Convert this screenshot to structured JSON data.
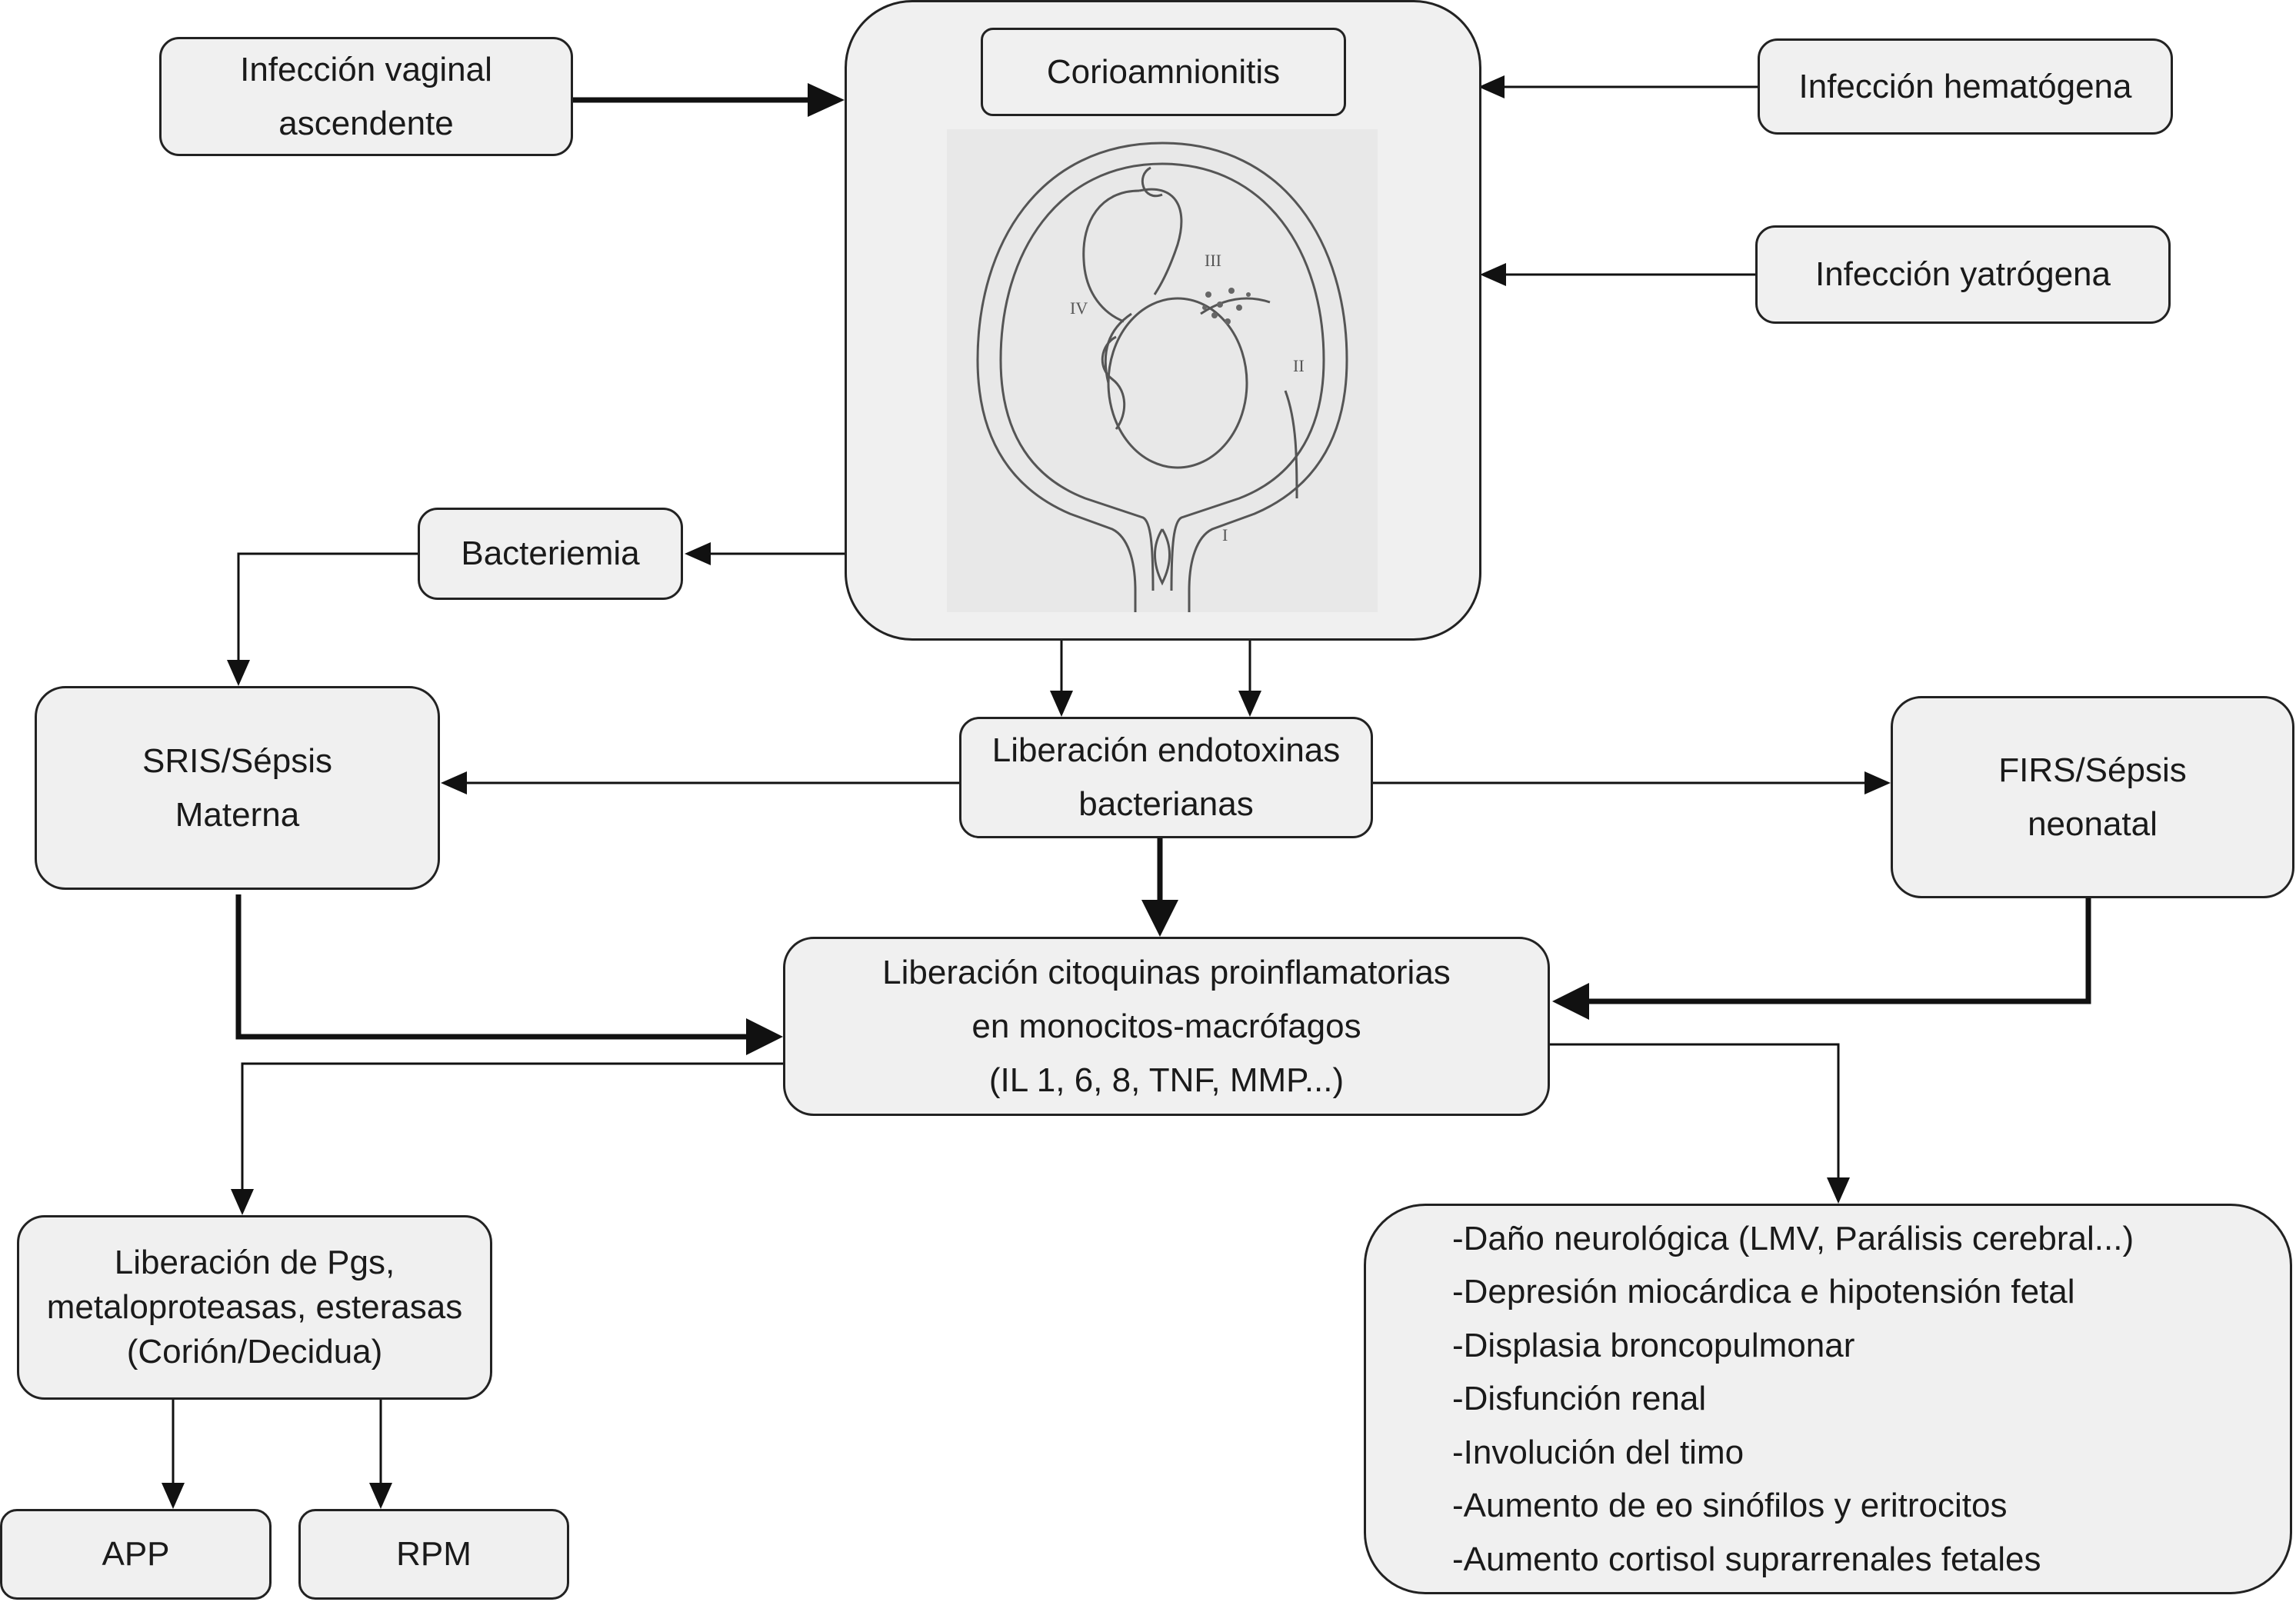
{
  "nodes": {
    "infeccion_vaginal": [
      "Infección vaginal",
      "ascendente"
    ],
    "corioamnionitis": "Corioamnionitis",
    "infeccion_hematogena": "Infección hematógena",
    "infeccion_yatrogena": "Infección yatrógena",
    "bacteriemia": "Bacteriemia",
    "sris": [
      "SRIS/Sépsis",
      "Materna"
    ],
    "liberacion_endotoxinas": [
      "Liberación endotoxinas",
      "bacterianas"
    ],
    "firs": [
      "FIRS/Sépsis",
      "neonatal"
    ],
    "liberacion_citoquinas": [
      "Liberación citoquinas proinflamatorias",
      "en monocitos-macrófagos",
      "(IL 1, 6, 8, TNF, MMP...)"
    ],
    "liberacion_pgs": [
      "Liberación de Pgs,",
      "metaloproteasas, esterasas",
      "(Corión/Decidua)"
    ],
    "app": "APP",
    "rpm": "RPM",
    "efectos_fetales": [
      "-Daño neurológica (LMV, Parálisis cerebral...)",
      "-Depresión miocárdica e hipotensión fetal",
      "-Displasia broncopulmonar",
      "-Disfunción renal",
      "-Involución del timo",
      "-Aumento de eo sinófilos y eritrocitos",
      "-Aumento cortisol suprarrenales fetales"
    ]
  },
  "illustration": {
    "roman_labels": [
      "I",
      "II",
      "III",
      "IV"
    ]
  }
}
